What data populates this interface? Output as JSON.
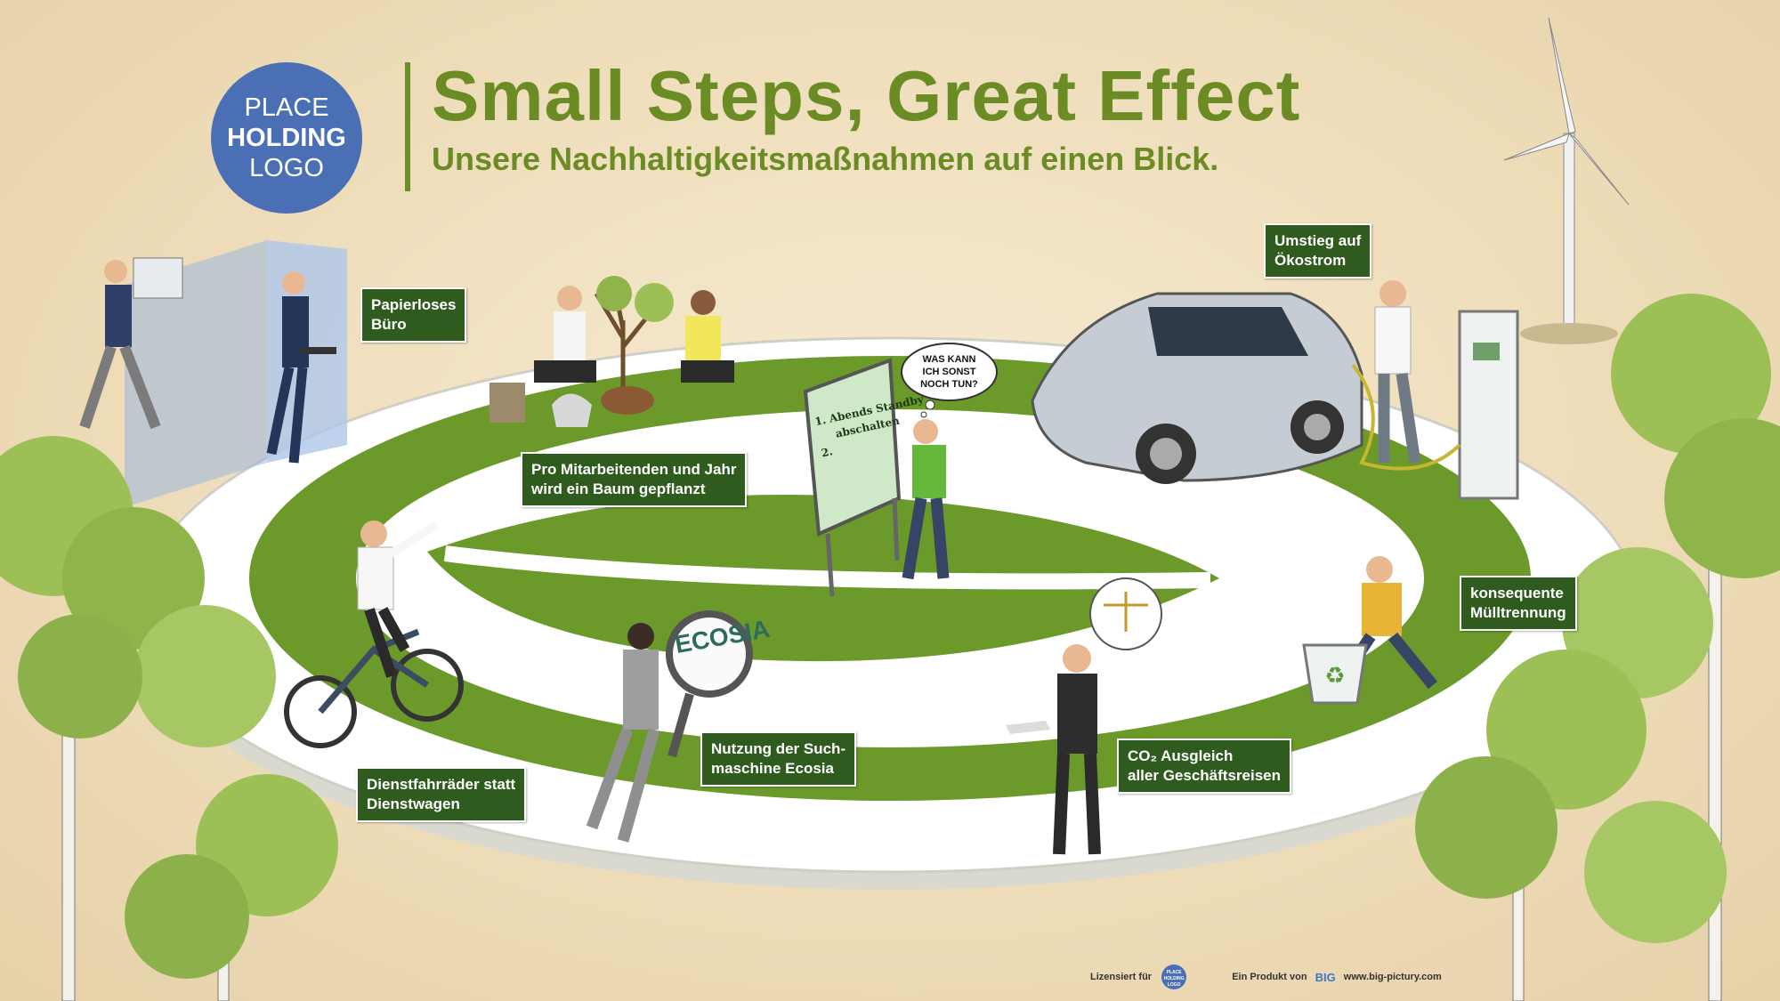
{
  "header": {
    "logo_line1": "PLACE",
    "logo_line2": "HOLDING",
    "logo_line3": "LOGO",
    "title": "Small Steps, Great Effect",
    "subtitle": "Unsere Nachhaltigkeitsmaßnahmen auf einen Blick."
  },
  "labels": {
    "paperless": [
      "Papierloses",
      "Büro"
    ],
    "tree": [
      "Pro Mitarbeitenden und Jahr",
      "wird ein Baum gepflanzt"
    ],
    "green_power": [
      "Umstieg auf",
      "Ökostrom"
    ],
    "waste": [
      "konsequente",
      "Mülltrennung"
    ],
    "bikes": [
      "Dienstfahrräder statt",
      "Dienstwagen"
    ],
    "ecosia": [
      "Nutzung der Such-",
      "maschine Ecosia"
    ],
    "co2": [
      "CO₂ Ausgleich",
      "aller Geschäftsreisen"
    ]
  },
  "scene_text": {
    "bubble_lines": [
      "WAS KANN",
      "ICH SONST",
      "NOCH TUN?"
    ],
    "board_lines": [
      "1. Abends Standby",
      "abschalten",
      "2."
    ],
    "magnifier": "ECOSIA"
  },
  "footer": {
    "licensed": "Lizensiert für",
    "mini_logo": [
      "PLACE",
      "HOLDING",
      "LOGO"
    ],
    "product": "Ein Produkt von",
    "brand": "BIG",
    "url": "www.big-pictury.com"
  },
  "colors": {
    "background": "#eedcb8",
    "green": "#6b8c25",
    "label_bg": "#2f5b1f",
    "logo_blue": "#4a6fb5"
  }
}
